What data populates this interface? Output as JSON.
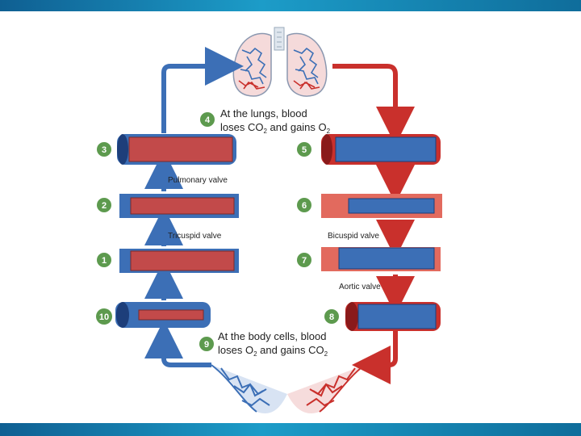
{
  "steps": {
    "s1": "1",
    "s2": "2",
    "s3": "3",
    "s4": "4",
    "s5": "5",
    "s6": "6",
    "s7": "7",
    "s8": "8",
    "s9": "9",
    "s10": "10"
  },
  "labels": {
    "lungs_line1": "At the lungs, blood",
    "lungs_line2_pre": "loses CO",
    "lungs_line2_sub1": "2",
    "lungs_line2_mid": " and gains O",
    "lungs_line2_sub2": "2",
    "body_line1": "At the body cells, blood",
    "body_line2_pre": "loses O",
    "body_line2_sub1": "2",
    "body_line2_mid": " and gains CO",
    "body_line2_sub2": "2",
    "pulmonary_valve": "Pulmonary valve",
    "tricuspid_valve": "Tricuspid valve",
    "bicuspid_valve": "Bicuspid valve",
    "aortic_valve": "Aortic valve"
  },
  "colors": {
    "oxygenated": "#c9302c",
    "deoxygenated": "#3c6fb6",
    "badge": "#5d9a4e",
    "band": "#1c9cc8"
  }
}
